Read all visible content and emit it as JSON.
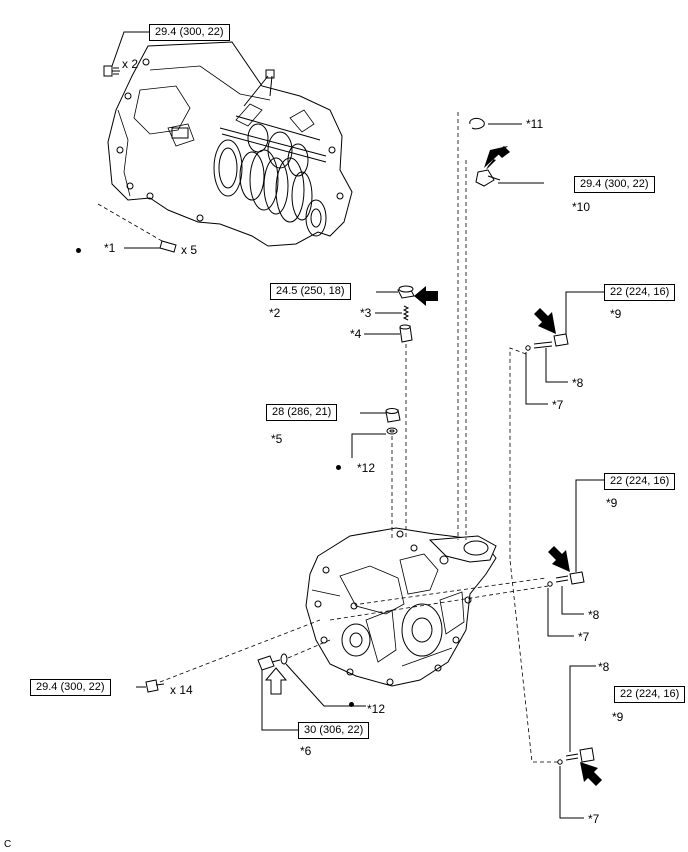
{
  "torque": {
    "t1": "29.4 (300, 22)",
    "t2": "29.4 (300, 22)",
    "t3": "24.5 (250, 18)",
    "t4": "22 (224, 16)",
    "t5": "28 (286, 21)",
    "t6": "22 (224, 16)",
    "t7": "22 (224, 16)",
    "t8": "29.4 (300, 22)",
    "t9": "30 (306, 22)"
  },
  "labels": {
    "x2": "x 2",
    "x5": "x 5",
    "x14": "x 14",
    "p1": "*1",
    "p2": "*2",
    "p3": "*3",
    "p4": "*4",
    "p5": "*5",
    "p6": "*6",
    "p7a": "*7",
    "p7b": "*7",
    "p7c": "*7",
    "p8a": "*8",
    "p8b": "*8",
    "p8c": "*8",
    "p9a": "*9",
    "p9b": "*9",
    "p9c": "*9",
    "p10": "*10",
    "p11": "*11",
    "p12a": "*12",
    "p12b": "*12",
    "corner": "C"
  }
}
